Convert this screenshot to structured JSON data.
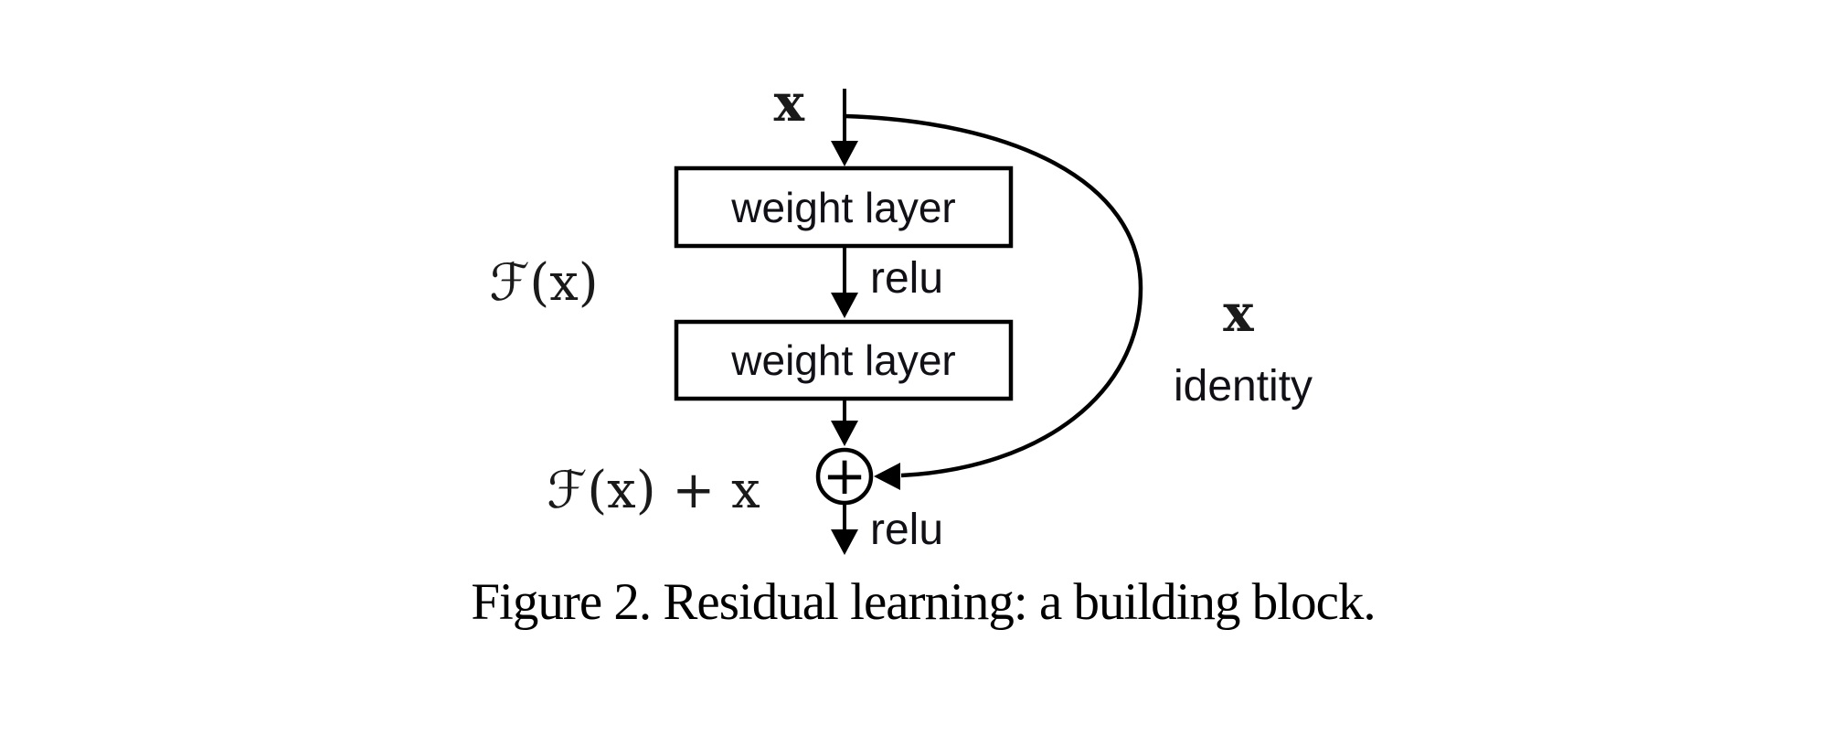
{
  "figure": {
    "caption": "Figure 2. Residual learning: a building block.",
    "diagram": {
      "input_label": "x",
      "weight_layer_top": "weight layer",
      "relu_between": "relu",
      "weight_layer_bottom": "weight layer",
      "residual_function_label": "ℱ(x)",
      "residual_sum_label": "ℱ(x) + x",
      "addition_symbol": "+",
      "relu_after_add": "relu",
      "skip_value_label": "x",
      "skip_name_label": "identity"
    },
    "colors": {
      "stroke": "#000000",
      "sans_text": "#101016",
      "math_text": "#1a1a1a",
      "background": "#ffffff"
    }
  }
}
